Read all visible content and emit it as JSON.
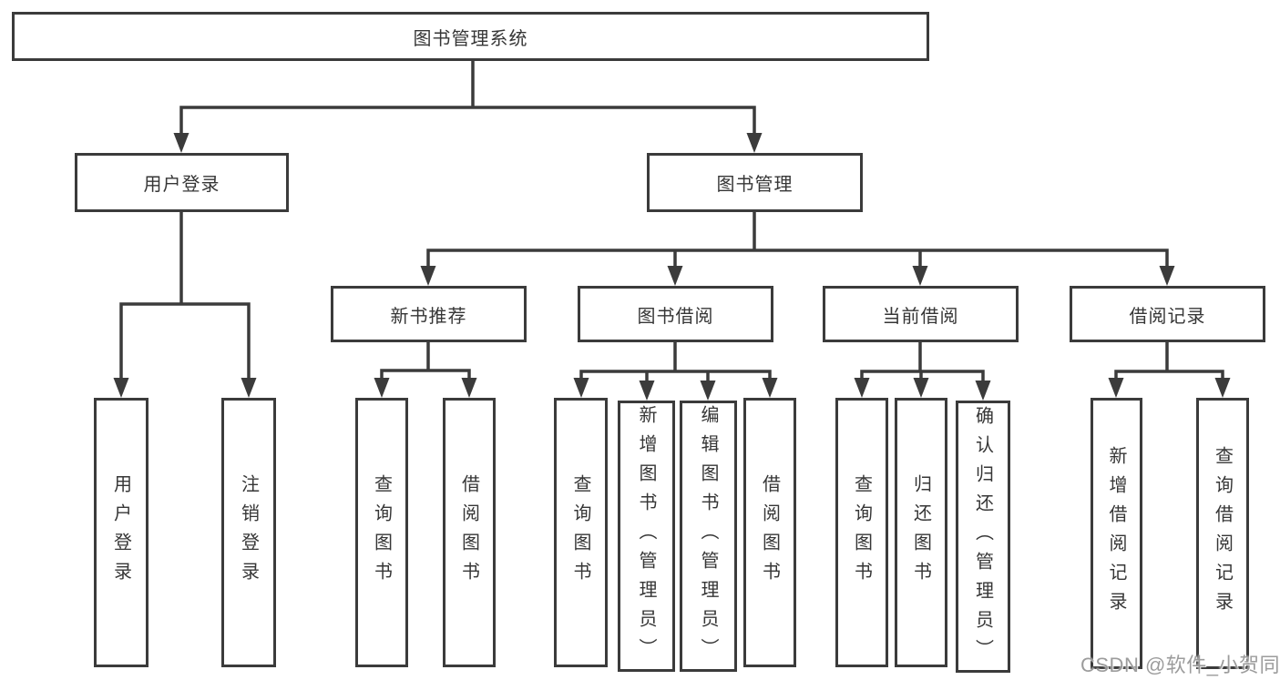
{
  "diagram": {
    "root": {
      "label": "图书管理系统"
    },
    "branches": [
      {
        "label": "用户登录",
        "children": [
          {
            "label": "用户登录"
          },
          {
            "label": "注销登录"
          }
        ]
      },
      {
        "label": "图书管理",
        "children": [
          {
            "label": "新书推荐",
            "children": [
              {
                "label": "查询图书"
              },
              {
                "label": "借阅图书"
              }
            ]
          },
          {
            "label": "图书借阅",
            "children": [
              {
                "label": "查询图书"
              },
              {
                "label": "新增图书（管理员）"
              },
              {
                "label": "编辑图书（管理员）"
              },
              {
                "label": "借阅图书"
              }
            ]
          },
          {
            "label": "当前借阅",
            "children": [
              {
                "label": "查询图书"
              },
              {
                "label": "归还图书"
              },
              {
                "label": "确认归还（管理员）"
              }
            ]
          },
          {
            "label": "借阅记录",
            "children": [
              {
                "label": "新增借阅记录"
              },
              {
                "label": "查询借阅记录"
              }
            ]
          }
        ]
      }
    ]
  },
  "watermark": {
    "text": "CSDN @软件_小贺同学"
  },
  "colors": {
    "line": "#3b3b3b",
    "text": "#363636",
    "background": "#ffffff",
    "watermark": "#919191"
  }
}
